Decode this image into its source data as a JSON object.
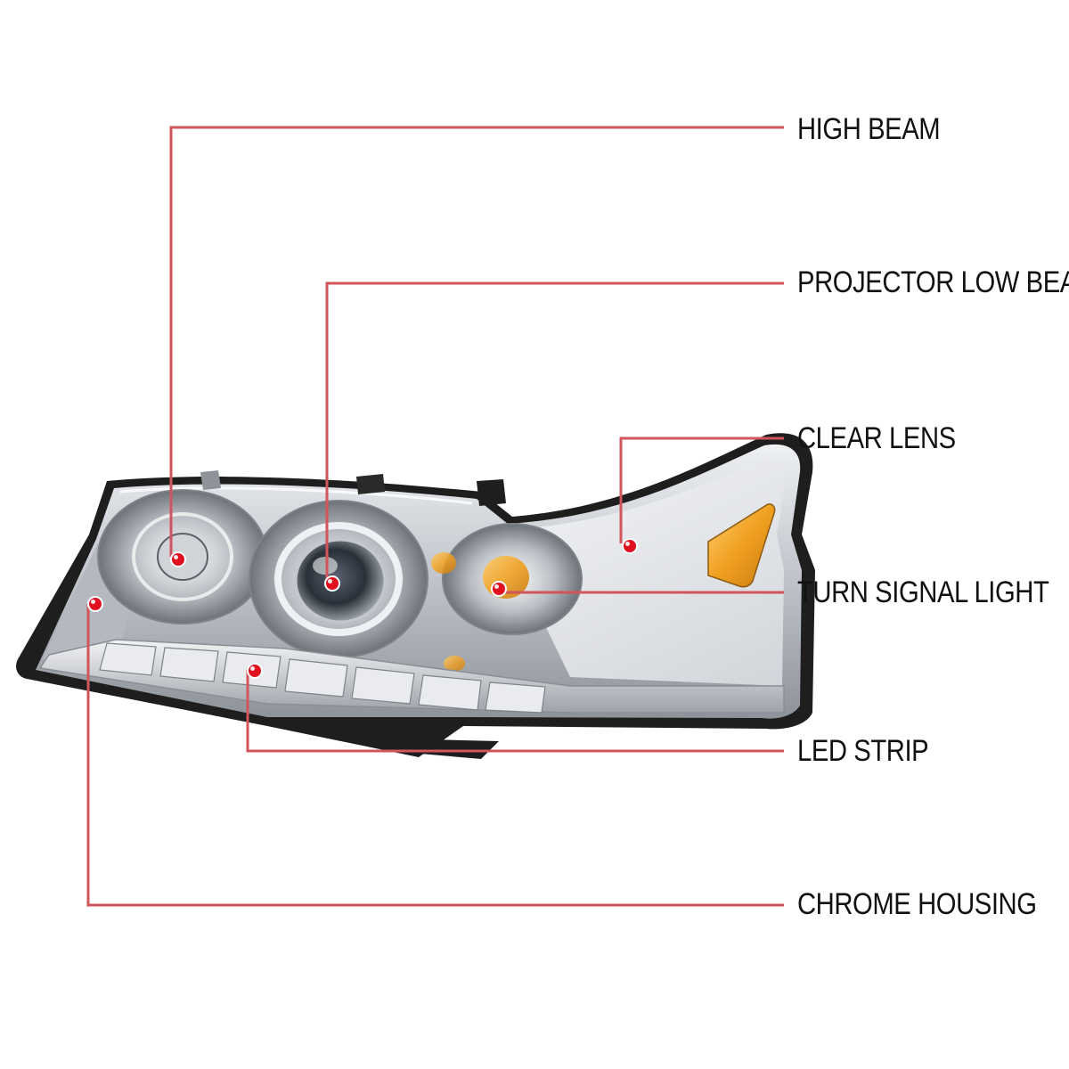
{
  "colors": {
    "leader_line": "#d2555c",
    "marker_dot": "#e01020",
    "label_text": "#111111",
    "housing_black": "#1e1e1e",
    "chrome": "#c9ccd1",
    "amber": "#f0a020"
  },
  "callouts": [
    {
      "id": "high-beam",
      "label": "HIGH BEAM"
    },
    {
      "id": "projector-low-beam",
      "label": "PROJECTOR LOW BEAM"
    },
    {
      "id": "clear-lens",
      "label": "CLEAR LENS"
    },
    {
      "id": "turn-signal-light",
      "label": "TURN SIGNAL LIGHT"
    },
    {
      "id": "led-strip",
      "label": "LED STRIP"
    },
    {
      "id": "chrome-housing",
      "label": "CHROME HOUSING"
    }
  ]
}
